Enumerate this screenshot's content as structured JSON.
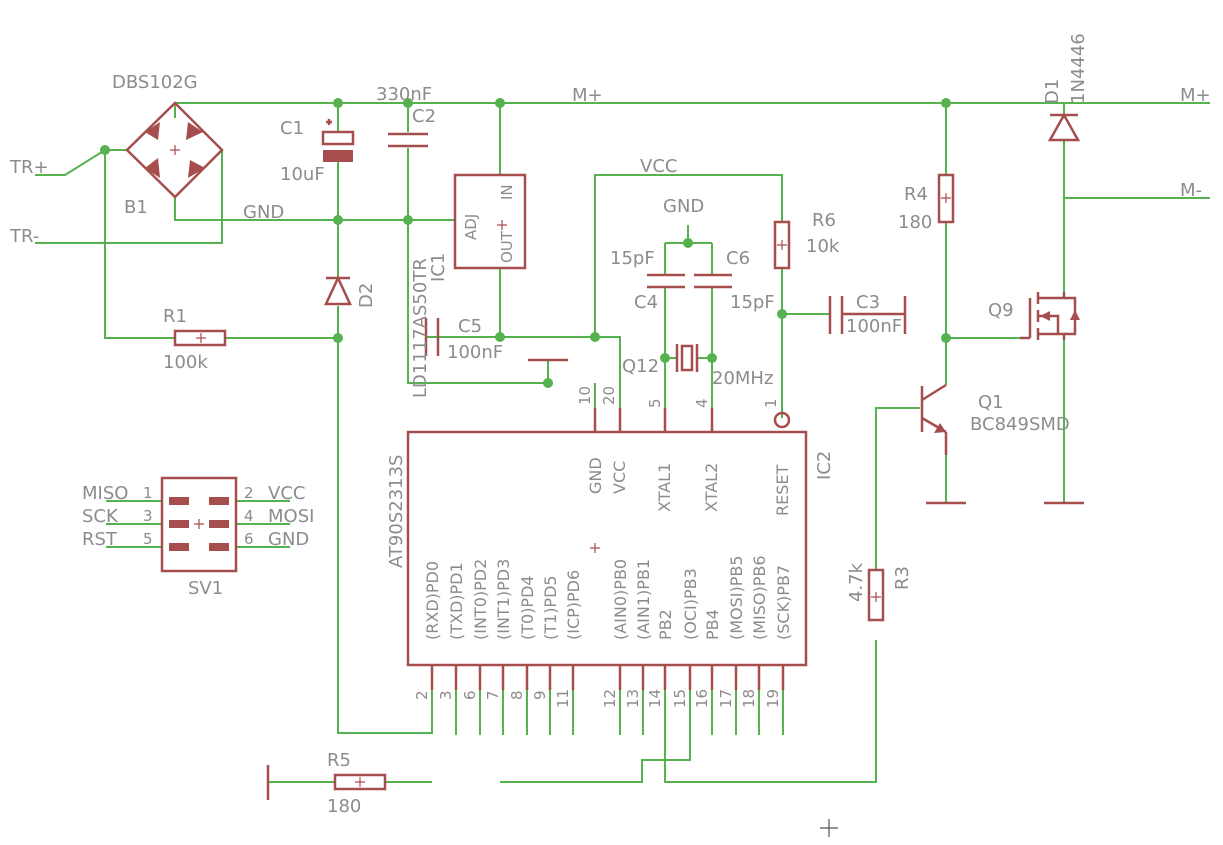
{
  "nets": {
    "m_plus_top": "M+",
    "m_plus_right": "M+",
    "m_minus": "M-",
    "vcc_top": "VCC",
    "gnd_left": "GND",
    "gnd_osc": "GND",
    "tr_plus": "TR+",
    "tr_minus": "TR-"
  },
  "parts": {
    "b1": {
      "name": "B1",
      "value": "DBS102G"
    },
    "c1": {
      "name": "C1",
      "value": "10uF"
    },
    "c2": {
      "name": "C2",
      "value": "330nF"
    },
    "c3": {
      "name": "C3",
      "value": "100nF"
    },
    "c4": {
      "name": "C4",
      "value": "15pF"
    },
    "c5": {
      "name": "C5",
      "value": "100nF"
    },
    "c6": {
      "name": "C6",
      "value": "15pF"
    },
    "d1": {
      "name": "D1",
      "value": "1N4446"
    },
    "d2": {
      "name": "D2"
    },
    "r1": {
      "name": "R1",
      "value": "100k"
    },
    "r3": {
      "name": "R3",
      "value": "4.7k"
    },
    "r4": {
      "name": "R4",
      "value": "180"
    },
    "r5": {
      "name": "R5",
      "value": "180"
    },
    "r6": {
      "name": "R6",
      "value": "10k"
    },
    "q1": {
      "name": "Q1",
      "value": "BC849SMD"
    },
    "q9": {
      "name": "Q9"
    },
    "q12": {
      "name": "Q12",
      "value": "20MHz"
    },
    "ic1": {
      "name": "IC1",
      "value": "LD1117AS50TR",
      "pin_adj": "ADJ",
      "pin_in": "IN",
      "pin_out": "OUT"
    },
    "sv1": {
      "name": "SV1"
    },
    "ic2": {
      "name": "IC2",
      "value": "AT90S2313S"
    }
  },
  "sv1_pins": [
    {
      "num": "1",
      "label": "MISO"
    },
    {
      "num": "2",
      "label": "VCC"
    },
    {
      "num": "3",
      "label": "SCK"
    },
    {
      "num": "4",
      "label": "MOSI"
    },
    {
      "num": "5",
      "label": "RST"
    },
    {
      "num": "6",
      "label": "GND"
    }
  ],
  "ic2_top_pins": [
    {
      "num": "10",
      "label": "GND"
    },
    {
      "num": "20",
      "label": "VCC"
    },
    {
      "num": "5",
      "label": "XTAL1"
    },
    {
      "num": "4",
      "label": "XTAL2"
    },
    {
      "num": "1",
      "label": "RESET"
    }
  ],
  "ic2_bottom_pins": [
    {
      "num": "2",
      "label": "(RXD)PD0"
    },
    {
      "num": "3",
      "label": "(TXD)PD1"
    },
    {
      "num": "6",
      "label": "(INT0)PD2"
    },
    {
      "num": "7",
      "label": "(INT1)PD3"
    },
    {
      "num": "8",
      "label": "(T0)PD4"
    },
    {
      "num": "9",
      "label": "(T1)PD5"
    },
    {
      "num": "11",
      "label": "(ICP)PD6"
    },
    {
      "num": "12",
      "label": "(AIN0)PB0"
    },
    {
      "num": "13",
      "label": "(AIN1)PB1"
    },
    {
      "num": "14",
      "label": "PB2"
    },
    {
      "num": "15",
      "label": "(OCI)PB3"
    },
    {
      "num": "16",
      "label": "PB4"
    },
    {
      "num": "17",
      "label": "(MOSI)PB5"
    },
    {
      "num": "18",
      "label": "(MISO)PB6"
    },
    {
      "num": "19",
      "label": "(SCK)PB7"
    }
  ]
}
